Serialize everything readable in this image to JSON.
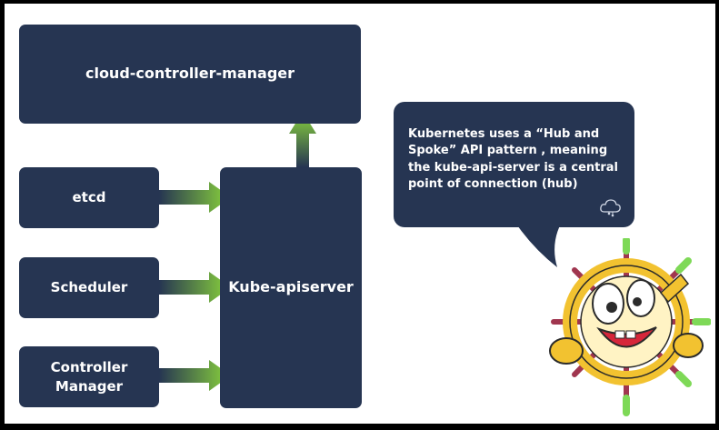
{
  "nodes": {
    "cloud_controller_manager": "cloud-controller-manager",
    "etcd": "etcd",
    "scheduler": "Scheduler",
    "controller_manager": "Controller Manager",
    "kube_apiserver": "Kube-apiserver"
  },
  "callout": {
    "text": "Kubernetes uses a “Hub and Spoke” API pattern , meaning the kube-api-server is a central point of connection (hub)"
  },
  "colors": {
    "node_fill": "#263552",
    "arrow_green": "#8ad43c",
    "text": "#ffffff"
  },
  "icons": [
    "cloud-icon",
    "mascot-illustration"
  ]
}
